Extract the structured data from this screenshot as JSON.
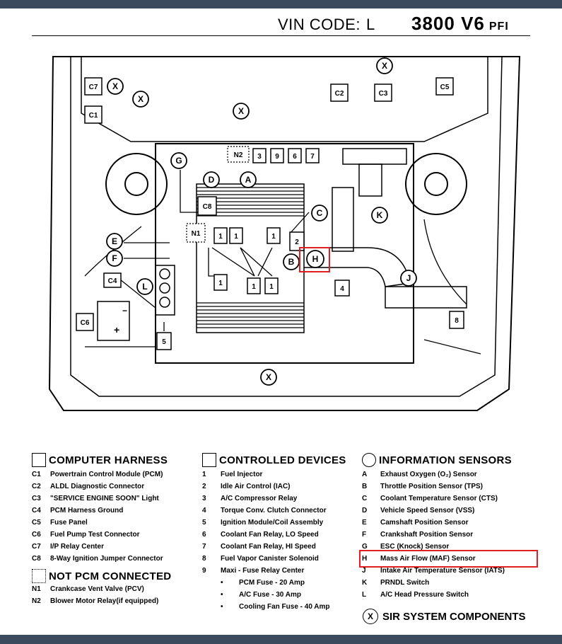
{
  "header": {
    "vin_label": "VIN CODE:",
    "vin_value": "L",
    "engine": "3800 V6",
    "engine_suffix": "PFI"
  },
  "diagram": {
    "labels": {
      "c7": "C7",
      "c1": "C1",
      "c2": "C2",
      "c3": "C3",
      "c5": "C5",
      "c4": "C4",
      "c6": "C6",
      "c8": "C8",
      "n1": "N1",
      "n2": "N2",
      "d1": "1",
      "d2": "2",
      "d3": "3",
      "d4": "4",
      "d5": "5",
      "d7": "7",
      "d8": "8",
      "d9": "9",
      "d6": "6",
      "sG": "G",
      "sD": "D",
      "sA": "A",
      "sC": "C",
      "sK": "K",
      "sE": "E",
      "sF": "F",
      "sB": "B",
      "sH": "H",
      "sJ": "J",
      "sL": "L",
      "x": "X",
      "minus": "−",
      "plus": "+"
    }
  },
  "legend": {
    "computer_harness": {
      "title": "COMPUTER HARNESS",
      "items": [
        {
          "code": "C1",
          "text": "Powertrain Control Module (PCM)"
        },
        {
          "code": "C2",
          "text": "ALDL Diagnostic Connector"
        },
        {
          "code": "C3",
          "text": "\"SERVICE ENGINE SOON\" Light"
        },
        {
          "code": "C4",
          "text": "PCM Harness Ground"
        },
        {
          "code": "C5",
          "text": "Fuse Panel"
        },
        {
          "code": "C6",
          "text": "Fuel Pump Test Connector"
        },
        {
          "code": "C7",
          "text": "I/P Relay Center"
        },
        {
          "code": "C8",
          "text": "8-Way Ignition Jumper Connector"
        }
      ]
    },
    "not_pcm": {
      "title": "NOT PCM CONNECTED",
      "items": [
        {
          "code": "N1",
          "text": "Crankcase Vent Valve (PCV)"
        },
        {
          "code": "N2",
          "text": "Blower Motor Relay(if equipped)"
        }
      ]
    },
    "controlled_devices": {
      "title": "CONTROLLED DEVICES",
      "items": [
        {
          "code": "1",
          "text": "Fuel Injector"
        },
        {
          "code": "2",
          "text": "Idle Air Control (IAC)"
        },
        {
          "code": "3",
          "text": "A/C Compressor Relay"
        },
        {
          "code": "4",
          "text": "Torque Conv. Clutch Connector"
        },
        {
          "code": "5",
          "text": "Ignition Module/Coil Assembly"
        },
        {
          "code": "6",
          "text": "Coolant Fan Relay, LO Speed"
        },
        {
          "code": "7",
          "text": "Coolant Fan Relay, HI Speed"
        },
        {
          "code": "8",
          "text": "Fuel Vapor Canister Solenoid"
        },
        {
          "code": "9",
          "text": "Maxi - Fuse Relay Center"
        }
      ],
      "subitems": [
        {
          "code": "•",
          "text": "PCM Fuse - 20 Amp"
        },
        {
          "code": "•",
          "text": "A/C Fuse - 30 Amp"
        },
        {
          "code": "•",
          "text": "Cooling Fan Fuse - 40 Amp"
        }
      ]
    },
    "information_sensors": {
      "title": "INFORMATION SENSORS",
      "items": [
        {
          "code": "A",
          "text": "Exhaust Oxygen (O₂) Sensor"
        },
        {
          "code": "B",
          "text": "Throttle Position Sensor (TPS)"
        },
        {
          "code": "C",
          "text": "Coolant Temperature Sensor (CTS)"
        },
        {
          "code": "D",
          "text": "Vehicle Speed Sensor (VSS)"
        },
        {
          "code": "E",
          "text": "Camshaft Position Sensor"
        },
        {
          "code": "F",
          "text": "Crankshaft Position Sensor"
        },
        {
          "code": "G",
          "text": "ESC (Knock) Sensor"
        },
        {
          "code": "H",
          "text": "Mass Air Flow (MAF) Sensor"
        },
        {
          "code": "J",
          "text": "Intake Air Temperature Sensor (IATS)"
        },
        {
          "code": "K",
          "text": "PRNDL Switch"
        },
        {
          "code": "L",
          "text": "A/C Head Pressure Switch"
        }
      ]
    },
    "sir": {
      "symbol": "X",
      "title": "SIR SYSTEM COMPONENTS"
    }
  },
  "colors": {
    "highlight": "#e02020",
    "bars": "#3b4a5c"
  }
}
